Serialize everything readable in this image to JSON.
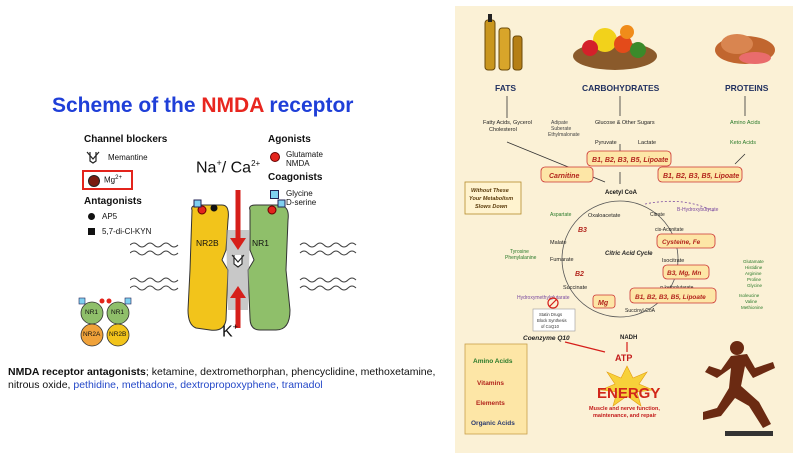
{
  "left": {
    "title_part1": "Scheme of the ",
    "title_highlight": "NMDA",
    "title_part2": " receptor",
    "channel_blockers_header": "Channel blockers",
    "memantine": "Memantine",
    "mg_label": "Mg",
    "mg_charge": "2+",
    "antagonists_header": "Antagonists",
    "ap5": "AP5",
    "kyn": "5,7-di-Cl-KYN",
    "agonists_header": "Agonists",
    "glutamate": "Glutamate",
    "nmda": "NMDA",
    "coagonists_header": "Coagonists",
    "glycine": "Glycine",
    "dserine": "D-serine",
    "ion_top": "Na",
    "ion_top_charge": "+",
    "ion_top2": "/ Ca",
    "ion_top2_charge": "2+",
    "ion_bottom": "K",
    "ion_bottom_charge": "+",
    "subunit_left": "NR2B",
    "subunit_right": "NR1",
    "mini_nr1_a": "NR1",
    "mini_nr1_b": "NR1",
    "mini_nr2a": "NR2A",
    "mini_nr2b": "NR2B",
    "caption_bold": "NMDA receptor antagonists",
    "caption_plain": "; ketamine, dextromethorphan, phencyclidine, methoxetamine, nitrous oxide, ",
    "caption_blue": "pethidine, methadone, dextropropoxyphene, tramadol",
    "colors": {
      "title_blue": "#1f3fd8",
      "title_red": "#e8261f",
      "nr2b": "#f2c41b",
      "nr1": "#8fbf6a",
      "mg_box": "#e3241c"
    }
  },
  "right": {
    "fats": "FATS",
    "carbohydrates": "CARBOHYDRATES",
    "proteins": "PROTEINS",
    "fatty_acids": "Fatty Acids, Gycerol",
    "cholesterol": "Cholesterol",
    "adipate": "Adipate",
    "suberate": "Suberate",
    "ethylmalonate": "Ethylmalonate",
    "glucose": "Glucose & Other Sugars",
    "amino_acids": "Amino Acids",
    "pyruvate": "Pyruvate",
    "lactate": "Lactate",
    "keto_acids": "Keto Acids",
    "vitamin_box1": "B1, B2, B3, B5, Lipoate",
    "carnitine": "Carnitine",
    "vitamin_box2": "B1, B2, B3, B5, Lipoate",
    "acetyl_coa": "Acetyl CoA",
    "without_these_1": "Without These",
    "without_these_2": "Your Metabolism",
    "without_these_3": "Slows Down",
    "aspartate": "Aspartate",
    "oxaloacetate": "Oxaloacetate",
    "citrate": "Citrate",
    "hydroxybutyrate": "B-Hydroxybutyrate",
    "cis_aconitate": "cis-Aconitate",
    "b3": "B3",
    "malate": "Malate",
    "cysteine": "Cysteine, Fe",
    "citric_acid_cycle": "Citric Acid Cycle",
    "tyrosine": "Tyrosine",
    "phenylalanine": "Phenylalanine",
    "fumarate": "Fumarate",
    "isocitrate": "Isocitrate",
    "b3mgmn": "B3, Mg, Mn",
    "b2": "B2",
    "ketoglutarate": "α-ketoglutarate",
    "glutamate_r": "Glutamate",
    "histidine": "Histidine",
    "arginine": "Arginine",
    "proline": "Proline",
    "glycine_r": "Glycine",
    "succinate": "Succinate",
    "vitamin_box3": "B1, B2, B3, B5, Lipoate",
    "isoleucine": "Isoleucine",
    "valine": "Valine",
    "methionine": "Methionine",
    "hydroxymethylglutarate": "Hydroxymethylglutarate",
    "mg_r": "Mg",
    "succinyl_coa": "Succinyl-CoA",
    "statin_1": "Statin Drugs",
    "statin_2": "Block Synthesis",
    "statin_3": "of CoQ10",
    "coq10": "Coenzyme Q10",
    "nadh": "NADH",
    "atp": "ATP",
    "energy": "ENERGY",
    "energy_sub1": "Muscle and nerve function,",
    "energy_sub2": "maintenance, and repair",
    "list": [
      "Amino Acids",
      "Vitamins",
      "Elements",
      "Organic Acids"
    ]
  }
}
